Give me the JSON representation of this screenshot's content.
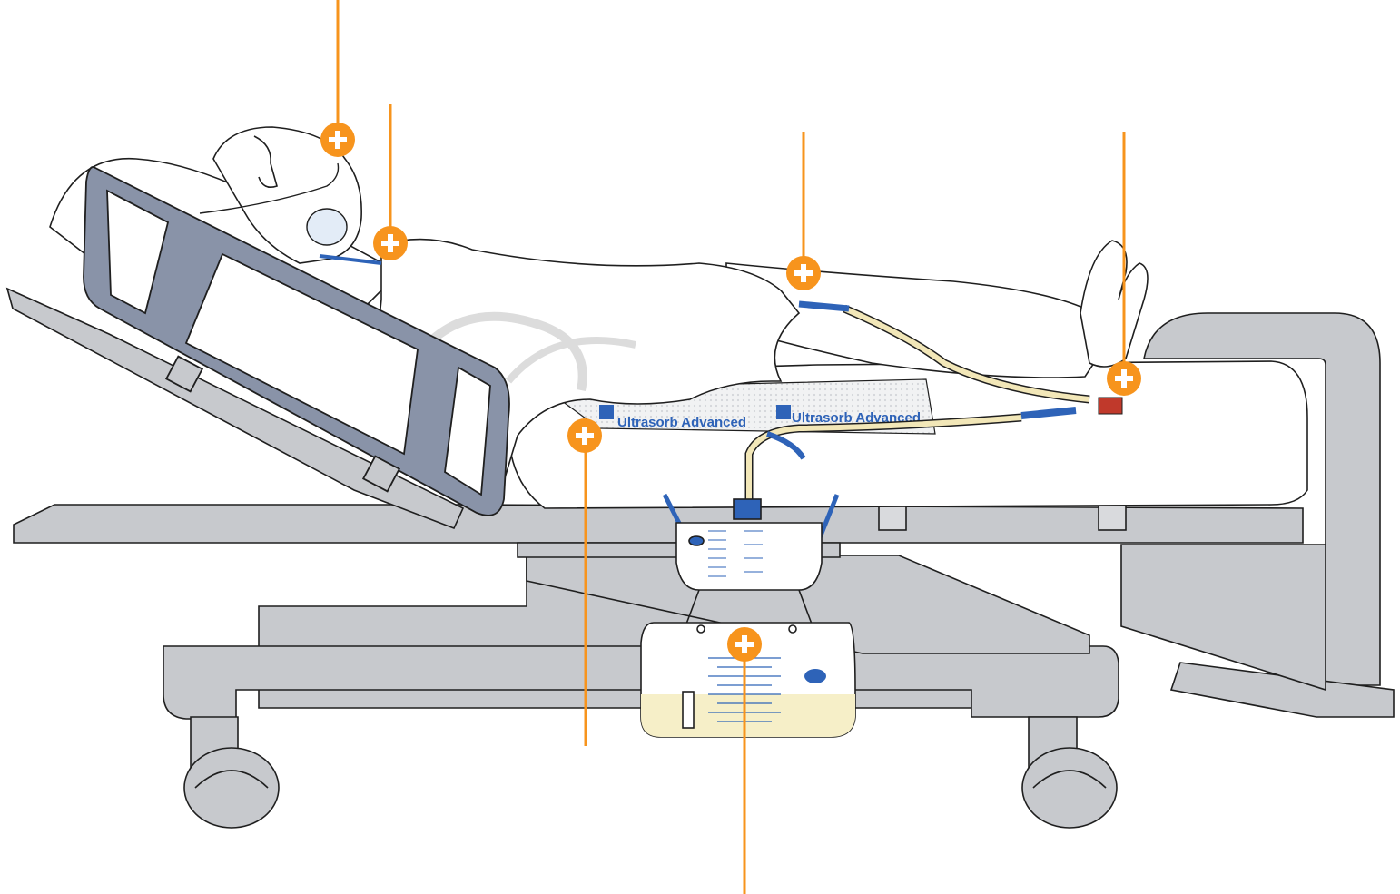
{
  "scene": {
    "accent_color": "#f7941d",
    "bed_color": "#c7c9cd",
    "rail_color": "#8993a8",
    "line_color": "#1f1f1f",
    "pad_brand_color": "#2e63b8",
    "urine_color": "#f6efc8",
    "tube_color": "#f2e7b8"
  },
  "pad": {
    "label_1": "Ultrasorb Advanced",
    "label_2": "Ultrasorb Advanced",
    "logo_icon": "medline-star-icon"
  },
  "meter": {
    "scale_icon": "graduated-scale-icon",
    "bear_icon": "bear-logo-icon"
  },
  "hotspots": [
    {
      "id": "nasal-cannula",
      "icon": "plus-icon"
    },
    {
      "id": "tracheostomy",
      "icon": "plus-icon"
    },
    {
      "id": "foley-catheter",
      "icon": "plus-icon"
    },
    {
      "id": "catheter-connector",
      "icon": "plus-icon"
    },
    {
      "id": "underpad",
      "icon": "plus-icon"
    },
    {
      "id": "urine-meter",
      "icon": "plus-icon"
    }
  ]
}
